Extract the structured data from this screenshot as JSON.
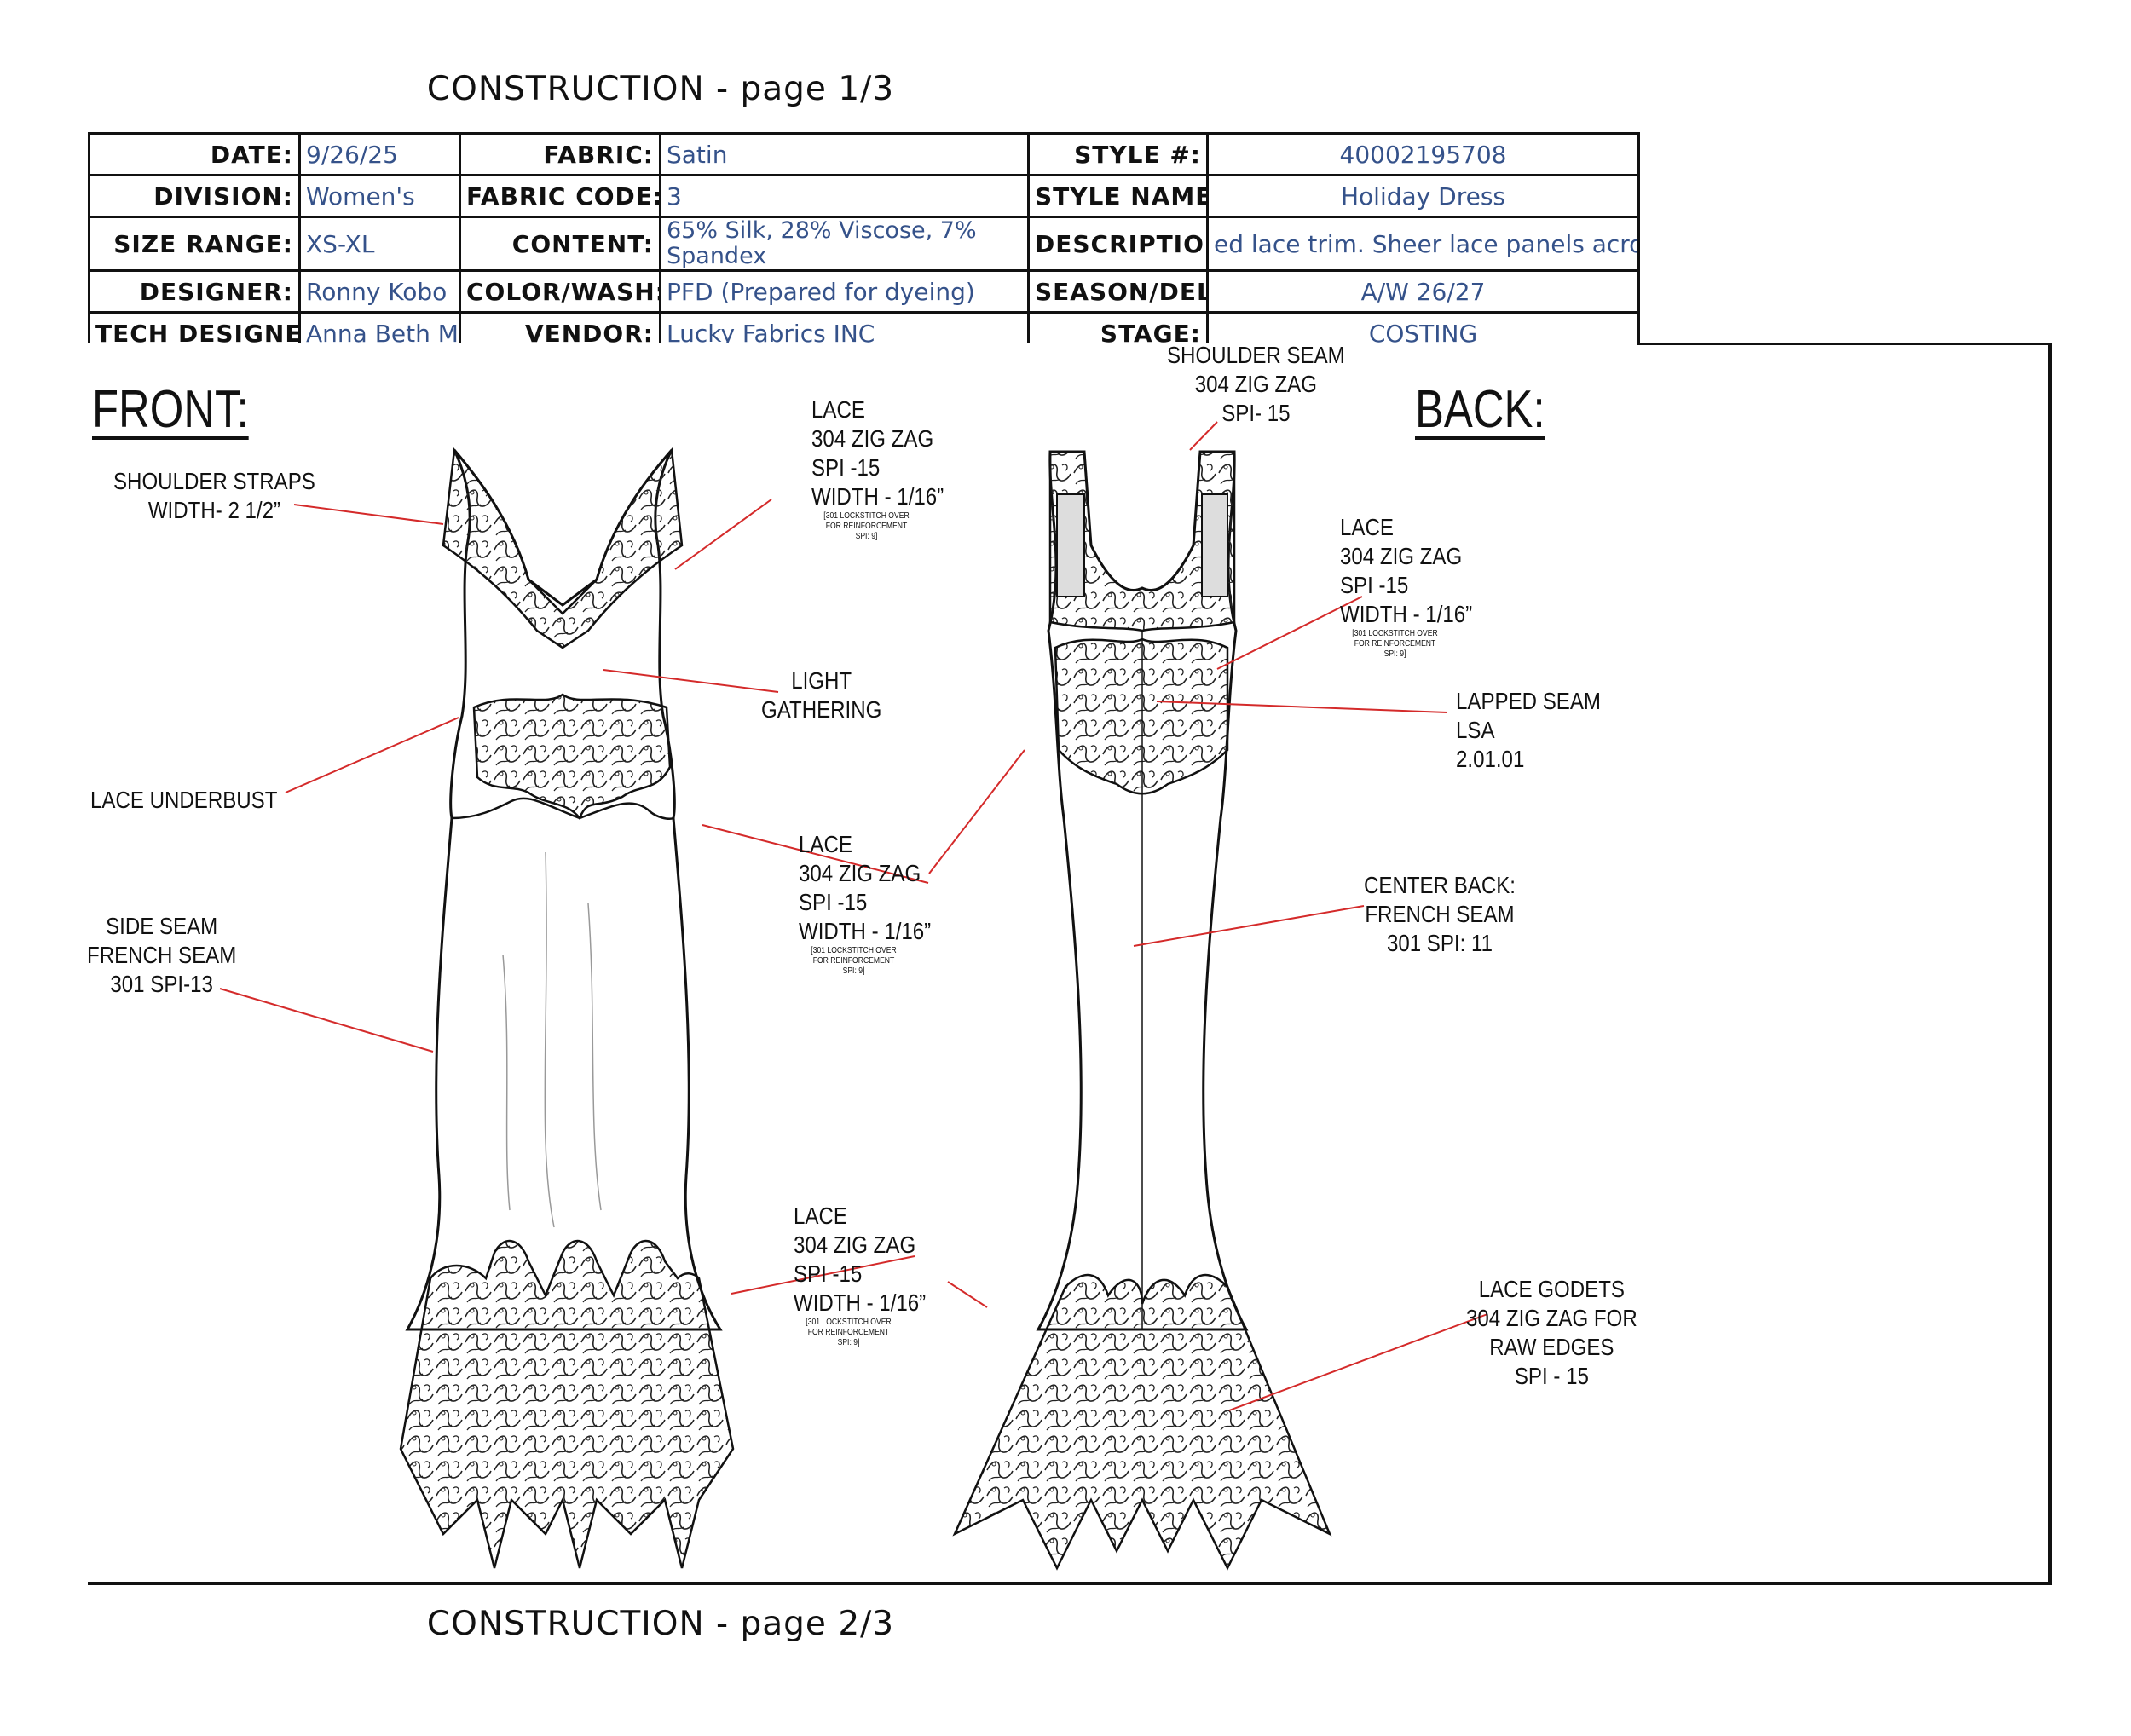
{
  "titles": {
    "top": "CONSTRUCTION - page 1/3",
    "bottom": "CONSTRUCTION - page 2/3"
  },
  "spec": {
    "date_label": "DATE:",
    "date": "9/26/25",
    "fabric_label": "FABRIC:",
    "fabric": "Satin",
    "style_no_label": "STYLE #:",
    "style_no": "40002195708",
    "division_label": "DIVISION:",
    "division": "Women's",
    "fabric_code_label": "FABRIC CODE:",
    "fabric_code": "3",
    "style_name_label": "STYLE NAME:",
    "style_name": "Holiday Dress",
    "size_range_label": "SIZE RANGE:",
    "size_range": "XS-XL",
    "content_label": "CONTENT:",
    "content": "65% Silk, 28% Viscose, 7% Spandex",
    "description_label": "DESCRIPTION:",
    "description": "ed lace trim. Sheer lace panels across t",
    "designer_label": "DESIGNER:",
    "designer": "Ronny Kobo",
    "color_wash_label": "COLOR/WASH:",
    "color_wash": "PFD (Prepared for dyeing)",
    "season_label": "SEASON/DEL:",
    "season": "A/W 26/27",
    "tech_designer_label": "TECH DESIGNER:",
    "tech_designer": "Anna Beth Mc",
    "vendor_label": "VENDOR:",
    "vendor": "Lucky Fabrics INC",
    "stage_label": "STAGE:",
    "stage": "COSTING"
  },
  "views": {
    "front": "FRONT:",
    "back": "BACK:"
  },
  "annotations": {
    "shoulder_straps": [
      "SHOULDER STRAPS",
      "WIDTH- 2 1/2”"
    ],
    "lace_underbust": [
      "LACE UNDERBUST"
    ],
    "side_seam": [
      "SIDE SEAM",
      "FRENCH SEAM",
      "301 SPI-13"
    ],
    "lace_neck": [
      "LACE",
      "304 ZIG ZAG",
      "SPI -15",
      "WIDTH - 1/16”"
    ],
    "lace_neck_note": [
      "[301 LOCKSTITCH OVER",
      "FOR REINFORCEMENT",
      "SPI: 9]"
    ],
    "light_gathering": [
      "LIGHT",
      "GATHERING"
    ],
    "lace_waist": [
      "LACE",
      "304 ZIG ZAG",
      "SPI -15",
      "WIDTH - 1/16”"
    ],
    "lace_waist_note": [
      "[301 LOCKSTITCH OVER",
      "FOR REINFORCEMENT",
      "SPI: 9]"
    ],
    "lace_hem": [
      "LACE",
      "304 ZIG ZAG",
      "SPI -15",
      "WIDTH - 1/16”"
    ],
    "lace_hem_note": [
      "[301 LOCKSTITCH OVER",
      "FOR REINFORCEMENT",
      "SPI: 9]"
    ],
    "shoulder_seam": [
      "SHOULDER SEAM",
      "304 ZIG ZAG",
      "SPI- 15"
    ],
    "lace_back": [
      "LACE",
      "304 ZIG ZAG",
      "SPI -15",
      "WIDTH - 1/16”"
    ],
    "lace_back_note": [
      "[301 LOCKSTITCH OVER",
      "FOR REINFORCEMENT",
      "SPI: 9]"
    ],
    "lapped_seam": [
      "LAPPED SEAM",
      "LSA",
      "2.01.01"
    ],
    "center_back": [
      "CENTER BACK:",
      "FRENCH SEAM",
      "301 SPI: 11"
    ],
    "lace_godets": [
      "LACE GODETS",
      "304 ZIG ZAG FOR",
      "RAW EDGES",
      "SPI - 15"
    ]
  },
  "colors": {
    "leader_line": "#d42a2a",
    "table_value": "#35528a",
    "sketch_line": "#111111"
  }
}
